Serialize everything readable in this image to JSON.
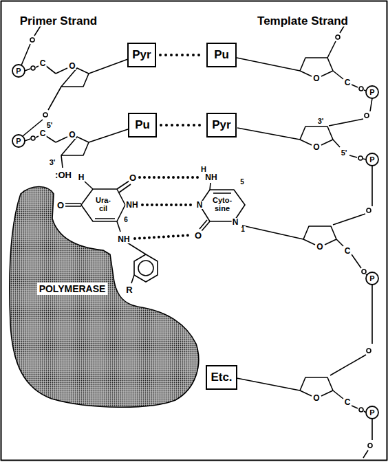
{
  "diagram": {
    "nodes": [
      {
        "text": [
          "Pyr"
        ]
      },
      {
        "text": [
          "Pu"
        ]
      },
      {
        "text": [
          "Pu"
        ]
      },
      {
        "text": [
          "Pyr"
        ]
      },
      {
        "text": [
          "Etc."
        ]
      },
      {
        "text": [
          "POLYMERASE"
        ]
      }
    ],
    "edges": [
      {
        "from": 0,
        "to": 1,
        "arrow": "none"
      },
      {
        "from": 2,
        "to": 3,
        "arrow": "none"
      }
    ],
    "labels": [
      "Primer Strand",
      "Template Strand",
      "P",
      "P",
      "O",
      "C",
      "O",
      "C",
      "5'",
      "3'",
      ":OH",
      "O",
      "C",
      "P",
      "O",
      "3'",
      "5'",
      "P",
      "O",
      "C",
      "P",
      "O",
      "C",
      "P",
      "H",
      "O",
      "O",
      "Ura- cil",
      "NH",
      "6",
      "NH",
      "H",
      "NH",
      "5",
      "N",
      "Cyto- sine",
      "N",
      "1",
      "O",
      "R"
    ]
  }
}
